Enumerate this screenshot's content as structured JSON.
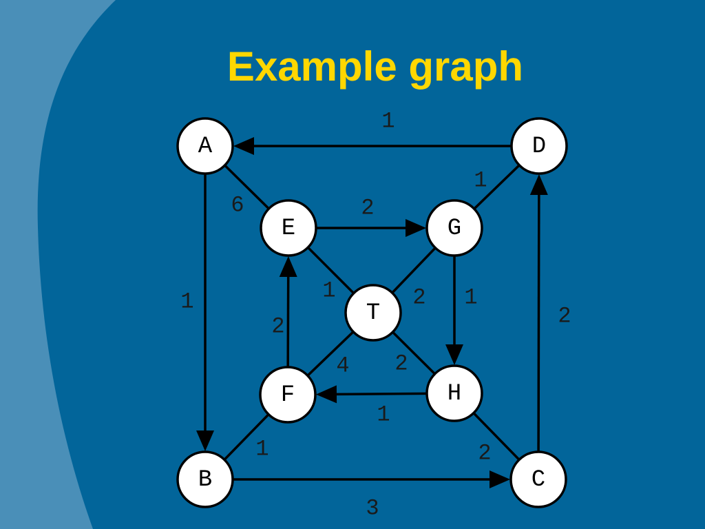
{
  "slide": {
    "title": "Example graph",
    "colors": {
      "background": "#02659a",
      "swoosh": "#4a8fb8",
      "title": "#ffd700",
      "node_fill": "#ffffff",
      "stroke": "#000000"
    }
  },
  "graph": {
    "nodes": [
      {
        "id": "A",
        "label": "A"
      },
      {
        "id": "B",
        "label": "B"
      },
      {
        "id": "C",
        "label": "C"
      },
      {
        "id": "D",
        "label": "D"
      },
      {
        "id": "E",
        "label": "E"
      },
      {
        "id": "F",
        "label": "F"
      },
      {
        "id": "G",
        "label": "G"
      },
      {
        "id": "H",
        "label": "H"
      },
      {
        "id": "T",
        "label": "T"
      }
    ],
    "edges": [
      {
        "from": "D",
        "to": "A",
        "weight": "1",
        "directed": true
      },
      {
        "from": "A",
        "to": "B",
        "weight": "1",
        "directed": true
      },
      {
        "from": "B",
        "to": "C",
        "weight": "3",
        "directed": true
      },
      {
        "from": "C",
        "to": "D",
        "weight": "2",
        "directed": true
      },
      {
        "from": "E",
        "to": "G",
        "weight": "2",
        "directed": true
      },
      {
        "from": "G",
        "to": "H",
        "weight": "1",
        "directed": true
      },
      {
        "from": "H",
        "to": "F",
        "weight": "1",
        "directed": true
      },
      {
        "from": "F",
        "to": "E",
        "weight": "2",
        "directed": true
      },
      {
        "from": "A",
        "to": "E",
        "weight": "6",
        "directed": false
      },
      {
        "from": "D",
        "to": "G",
        "weight": "1",
        "directed": false
      },
      {
        "from": "B",
        "to": "F",
        "weight": "1",
        "directed": false
      },
      {
        "from": "C",
        "to": "H",
        "weight": "2",
        "directed": false
      },
      {
        "from": "E",
        "to": "T",
        "weight": "1",
        "directed": false
      },
      {
        "from": "G",
        "to": "T",
        "weight": "2",
        "directed": false
      },
      {
        "from": "F",
        "to": "T",
        "weight": "4",
        "directed": false
      },
      {
        "from": "H",
        "to": "T",
        "weight": "2",
        "directed": false
      }
    ]
  }
}
